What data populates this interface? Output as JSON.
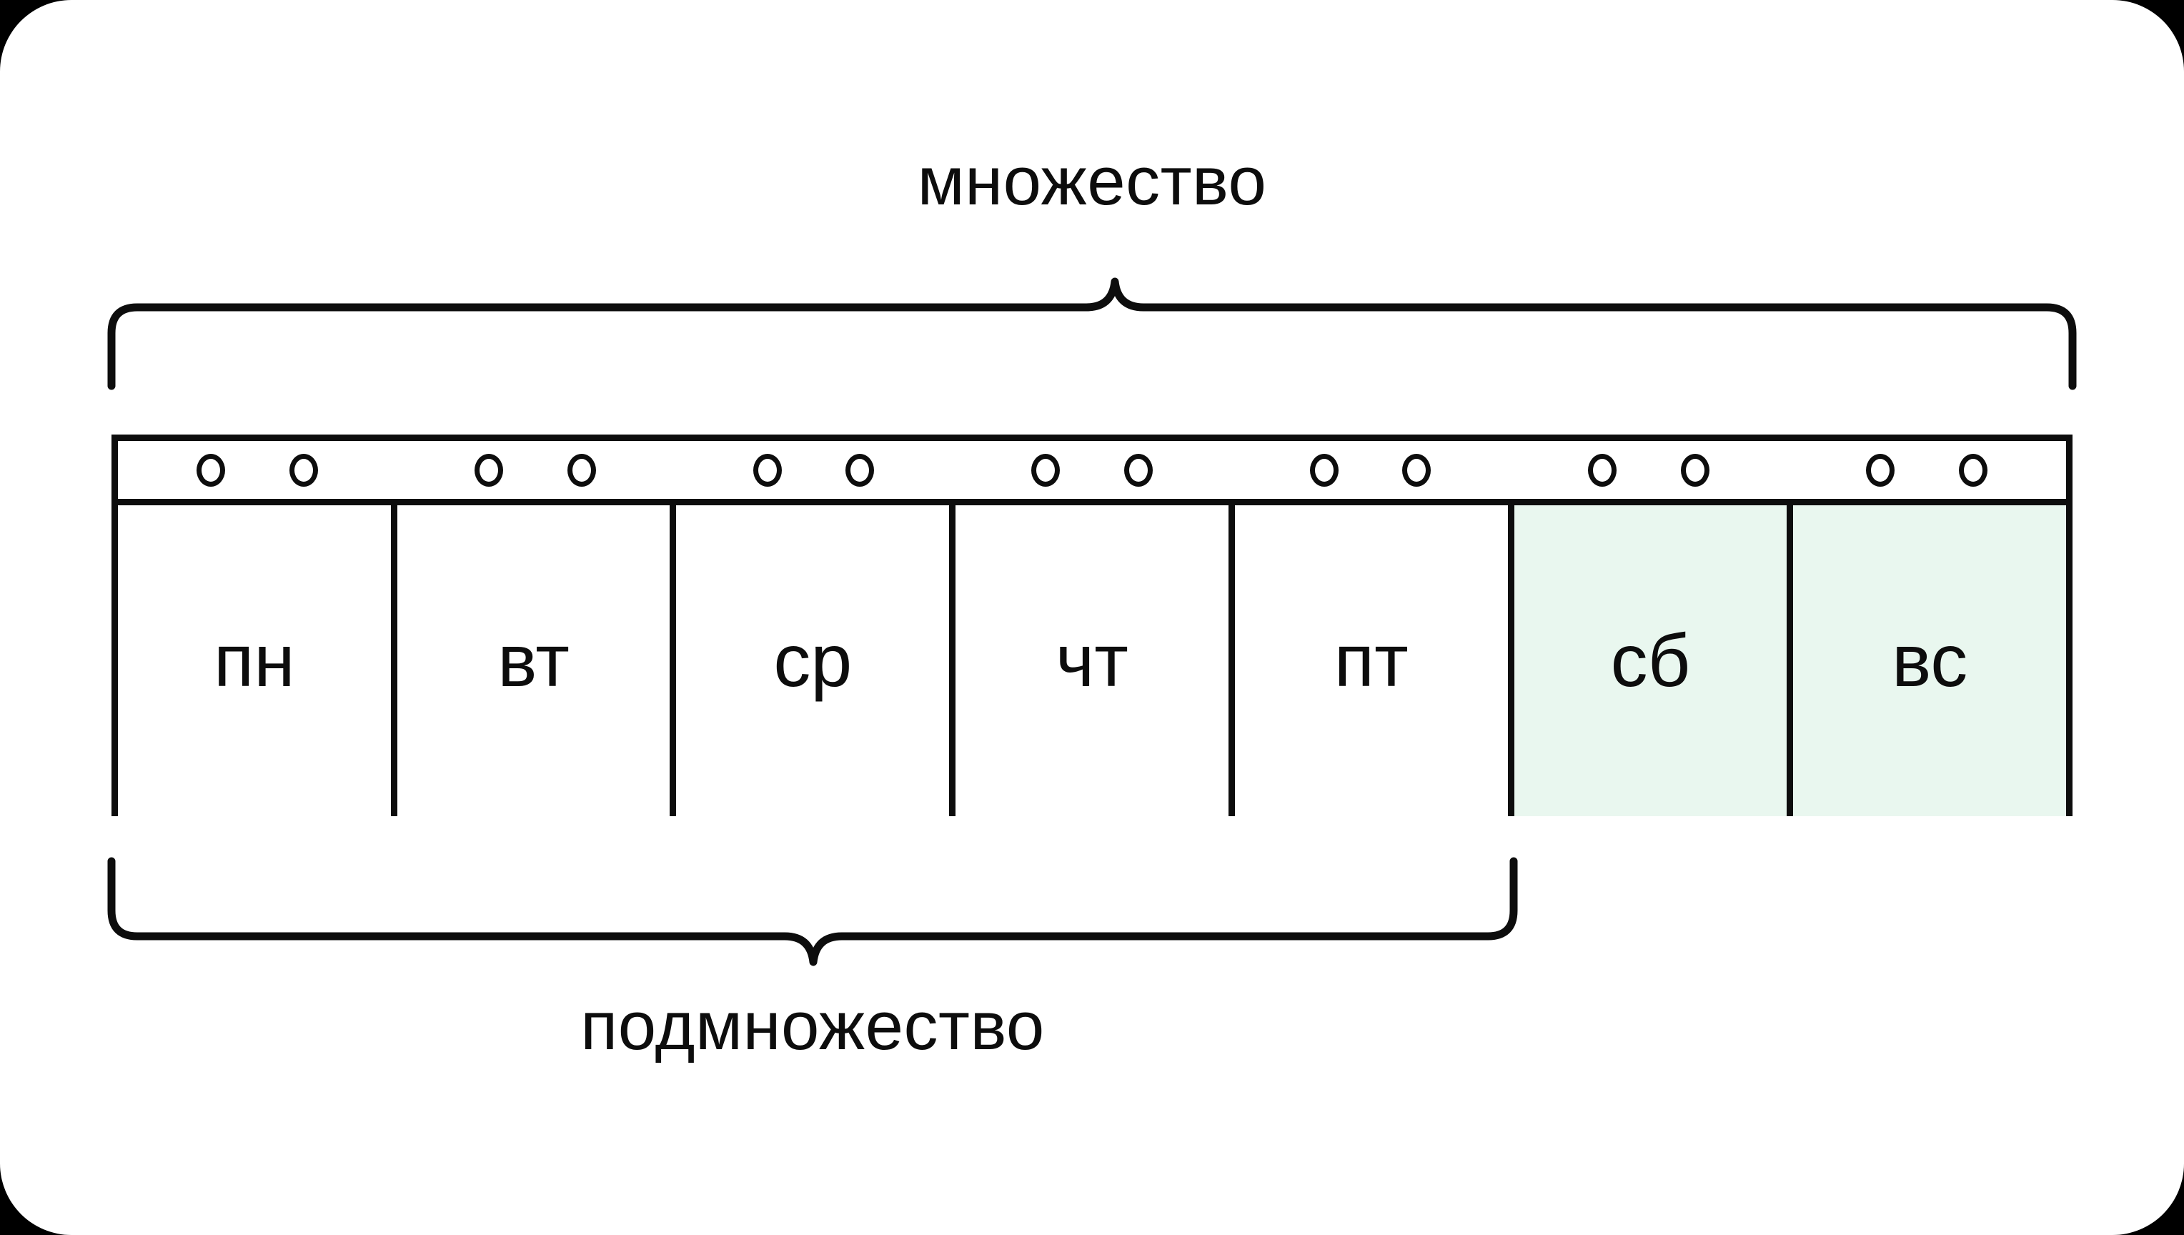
{
  "diagram": {
    "title_top": "множество",
    "title_bottom": "подмножество",
    "accent_weekend_bg": "#e9f7ef",
    "stroke_color": "#0d0d0d",
    "card_bg": "#ffffff"
  },
  "top_brace": {
    "label": "множество",
    "spans_days": [
      "пн",
      "вт",
      "ср",
      "чт",
      "пт",
      "сб",
      "вс"
    ],
    "direction": "up"
  },
  "bottom_brace": {
    "label": "подмножество",
    "spans_days": [
      "пн",
      "вт",
      "ср",
      "чт",
      "пт"
    ],
    "direction": "down"
  },
  "week_strip": {
    "ring_holes_count": 14,
    "ring_icon": "ring-hole-icon",
    "days": [
      {
        "label": "пн",
        "weekend": false
      },
      {
        "label": "вт",
        "weekend": false
      },
      {
        "label": "ср",
        "weekend": false
      },
      {
        "label": "чт",
        "weekend": false
      },
      {
        "label": "пт",
        "weekend": false
      },
      {
        "label": "сб",
        "weekend": true
      },
      {
        "label": "вс",
        "weekend": true
      }
    ]
  }
}
